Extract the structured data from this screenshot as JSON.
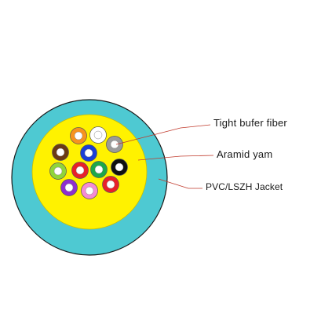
{
  "labels": {
    "fiber": "Tight bufer fiber",
    "aramid": "Aramid yam",
    "jacket": "PVC/LSZH Jacket"
  },
  "colors": {
    "jacket_fill": "#4ec9d2",
    "jacket_stroke": "#1a1a1a",
    "aramid_fill": "#fff200",
    "aramid_stroke": "#c9bd00",
    "callout_line": "#c0392b",
    "background": "#ffffff"
  },
  "fibers": [
    {
      "name": "orange-fiber",
      "color": "#f7931e"
    },
    {
      "name": "white-fiber-top",
      "color": "#ffffff"
    },
    {
      "name": "brown-fiber",
      "color": "#6b3a14"
    },
    {
      "name": "blue-fiber",
      "color": "#1c3fd6"
    },
    {
      "name": "gray-fiber",
      "color": "#9a9a9a"
    },
    {
      "name": "lime-fiber",
      "color": "#8fd43a"
    },
    {
      "name": "red-fiber",
      "color": "#e8202a"
    },
    {
      "name": "green-fiber",
      "color": "#1ea84a"
    },
    {
      "name": "black-fiber",
      "color": "#111111"
    },
    {
      "name": "purple-fiber",
      "color": "#8e2fd0"
    },
    {
      "name": "pink-fiber",
      "color": "#f58bd4"
    },
    {
      "name": "red-fiber-lower",
      "color": "#e8202a"
    }
  ]
}
